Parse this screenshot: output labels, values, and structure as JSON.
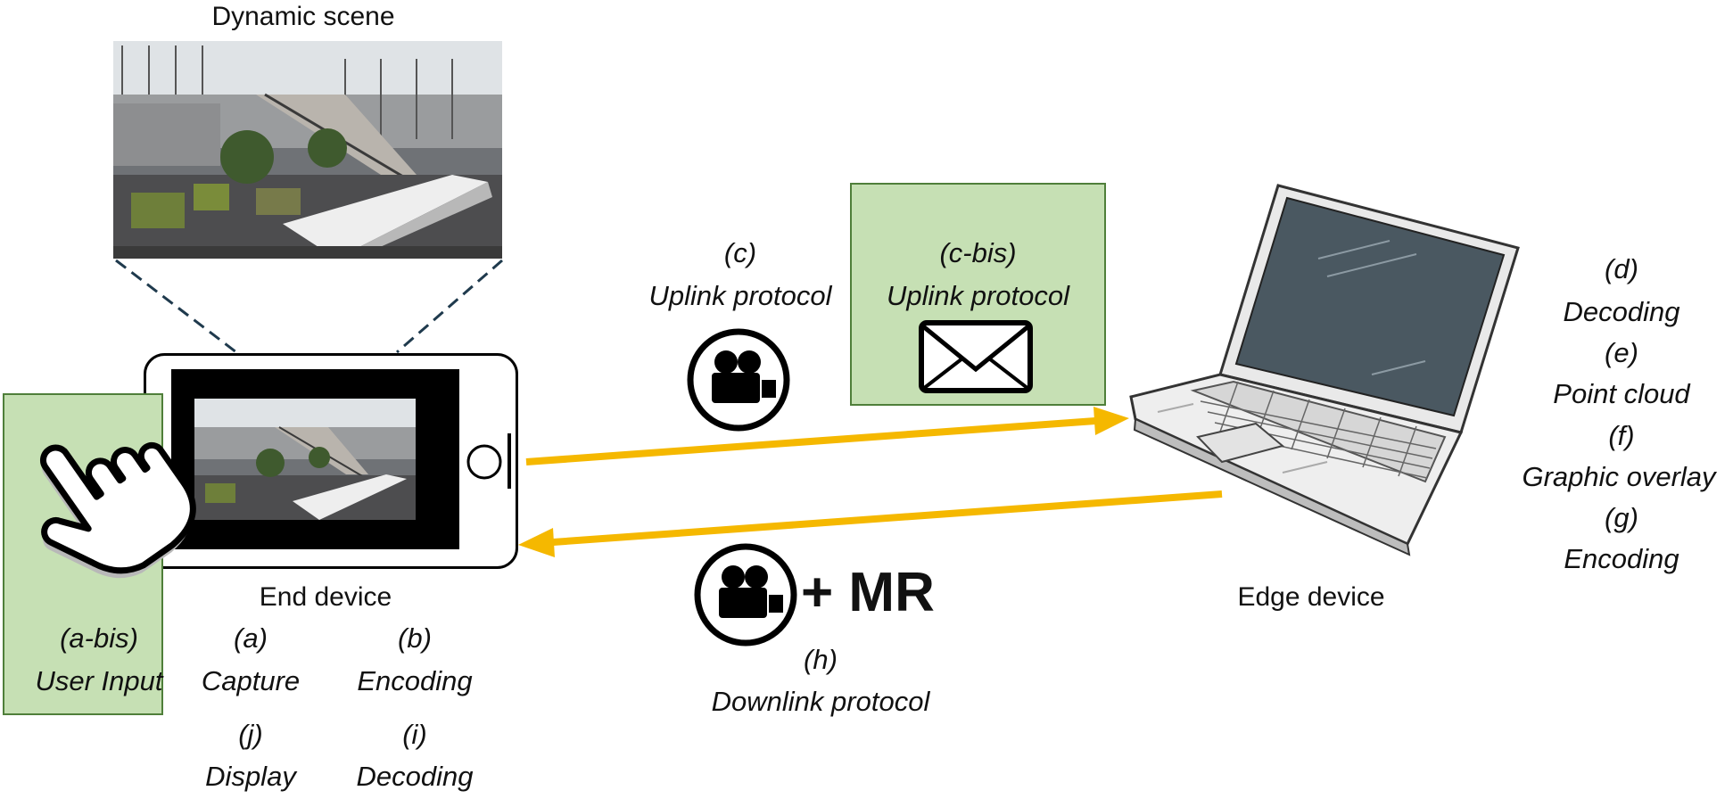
{
  "scene": {
    "title": "Dynamic scene"
  },
  "end_device": {
    "label": "End device",
    "steps": [
      {
        "code": "(a)",
        "name": "Capture"
      },
      {
        "code": "(b)",
        "name": "Encoding"
      },
      {
        "code": "(j)",
        "name": "Display"
      },
      {
        "code": "(i)",
        "name": "Decoding"
      }
    ]
  },
  "user_input": {
    "code": "(a-bis)",
    "name": "User Input"
  },
  "uplink": {
    "code": "(c)",
    "name": "Uplink protocol"
  },
  "uplink_bis": {
    "code": "(c-bis)",
    "name": "Uplink protocol"
  },
  "downlink": {
    "code": "(h)",
    "name": "Downlink protocol",
    "mr_label": "+ MR"
  },
  "edge_device": {
    "label": "Edge device",
    "steps": [
      {
        "code": "(d)",
        "name": "Decoding"
      },
      {
        "code": "(e)",
        "name": "Point cloud"
      },
      {
        "code": "(f)",
        "name": "Graphic overlay"
      },
      {
        "code": "(g)",
        "name": "Encoding"
      }
    ]
  },
  "colors": {
    "arrow": "#f5b800",
    "box_fill": "#c6e0b4",
    "box_border": "#4f7f3a",
    "dash": "#1f3a4d"
  }
}
